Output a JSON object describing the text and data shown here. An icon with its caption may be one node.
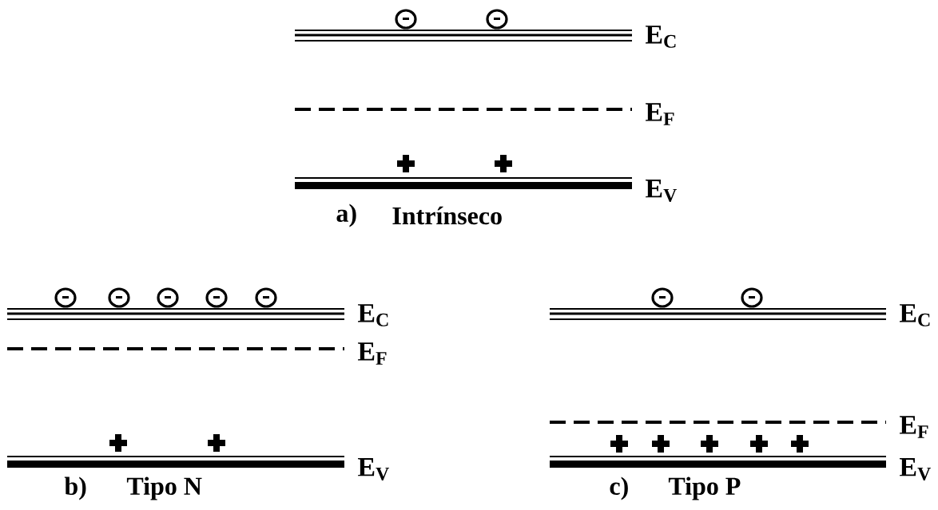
{
  "diagram": {
    "labels": [
      "E$_{C}$",
      "E$_{F}$",
      "E$_{V}$",
      "a)",
      "Intrínseco",
      "E$_{C}$",
      "E$_{F}$",
      "E$_{V}$",
      "b)",
      "Tipo N",
      "E$_{C}$",
      "E$_{F}$",
      "E$_{V}$",
      "c)",
      "Tipo P"
    ]
  }
}
